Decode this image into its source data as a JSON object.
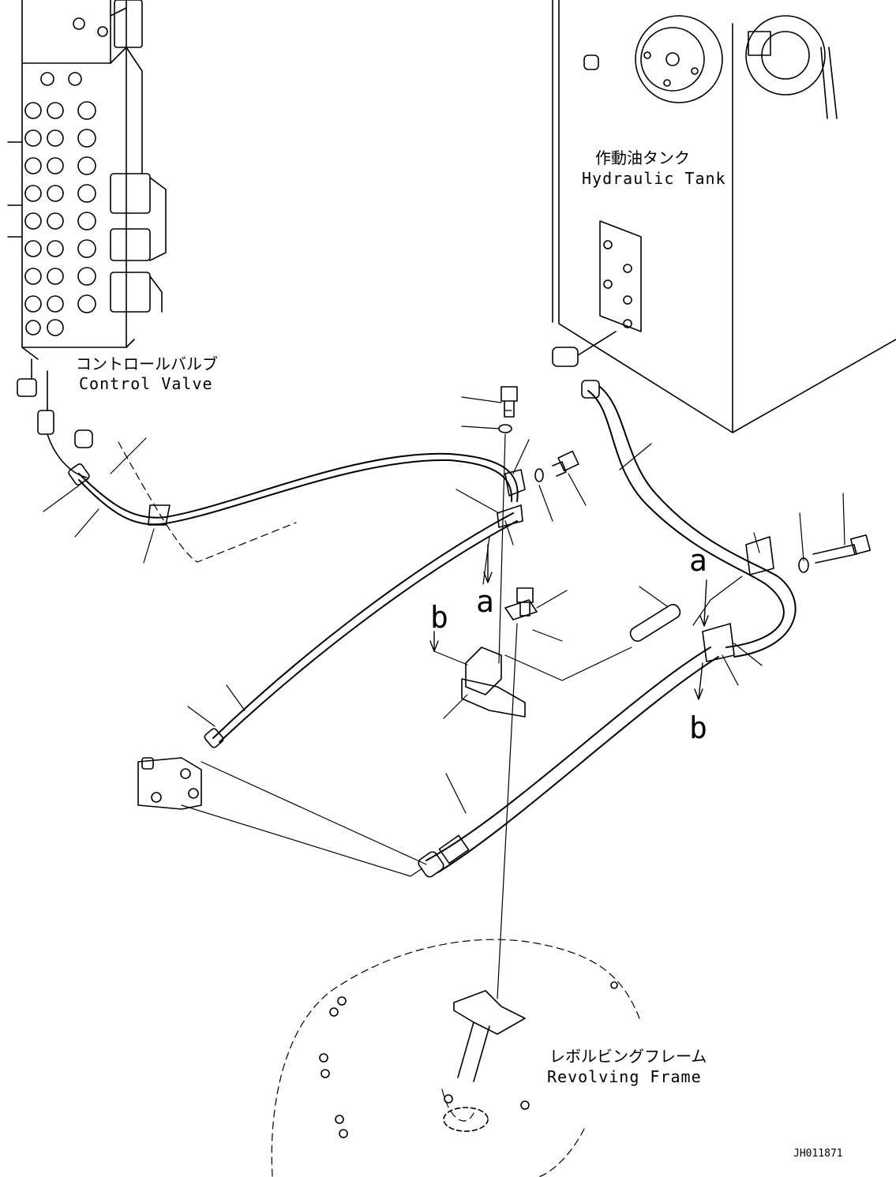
{
  "labels": {
    "control_valve_jp": "コントロールバルブ",
    "control_valve_en": "Control Valve",
    "hydraulic_tank_jp": "作動油タンク",
    "hydraulic_tank_en": "Hydraulic Tank",
    "revolving_frame_jp": "レボルビングフレーム",
    "revolving_frame_en": "Revolving Frame",
    "ref_a": "a",
    "ref_b": "b",
    "drawing_code": "JH011871"
  }
}
